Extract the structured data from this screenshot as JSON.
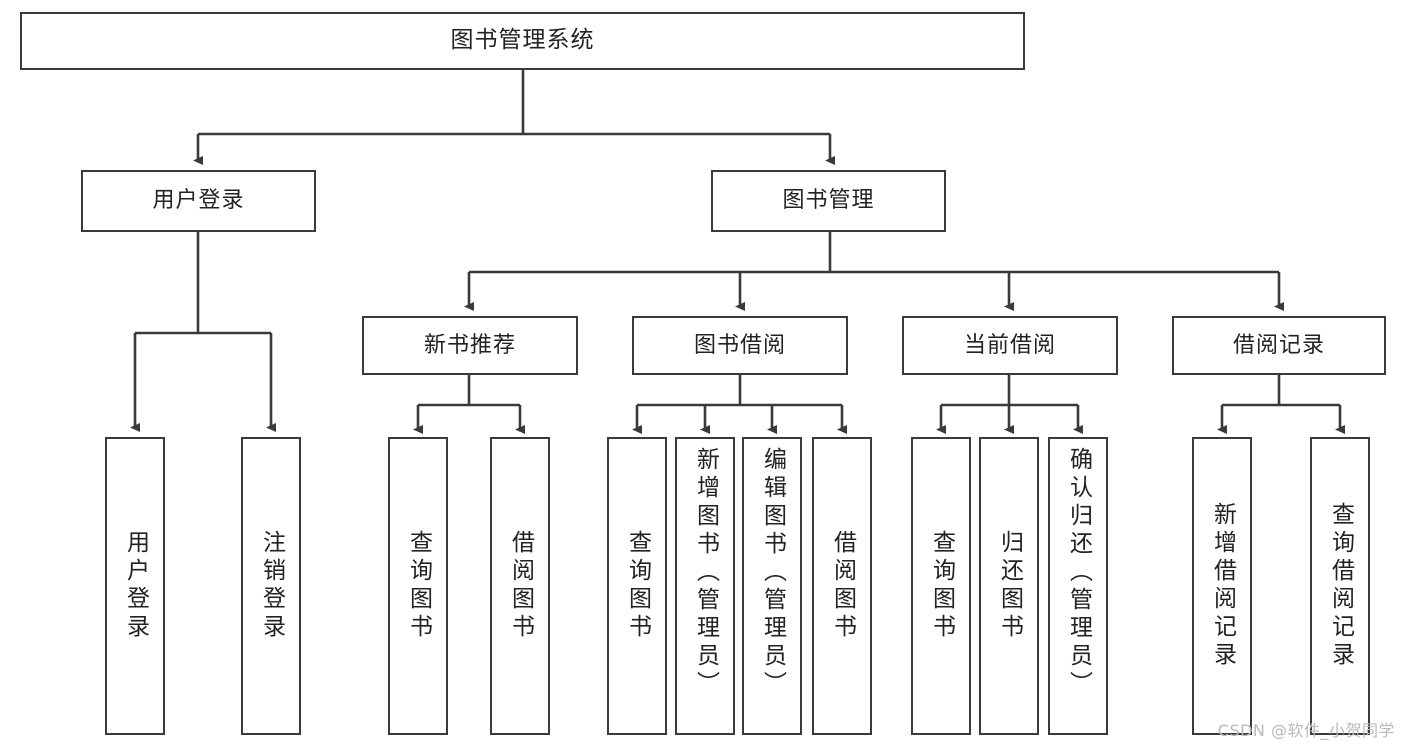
{
  "diagram": {
    "title": "图书管理系统",
    "type": "tree-hierarchy",
    "root": {
      "label": "图书管理系统"
    },
    "level1": [
      {
        "label": "用户登录"
      },
      {
        "label": "图书管理"
      }
    ],
    "level2": [
      {
        "label": "新书推荐"
      },
      {
        "label": "图书借阅"
      },
      {
        "label": "当前借阅"
      },
      {
        "label": "借阅记录"
      }
    ],
    "leaves_user_login": [
      {
        "label": "用户登录"
      },
      {
        "label": "注销登录"
      }
    ],
    "leaves_new_book": [
      {
        "label": "查询图书"
      },
      {
        "label": "借阅图书"
      }
    ],
    "leaves_book_borrow": [
      {
        "label": "查询图书"
      },
      {
        "label": "新增图书（管理员）"
      },
      {
        "label": "编辑图书（管理员）"
      },
      {
        "label": "借阅图书"
      }
    ],
    "leaves_current_borrow": [
      {
        "label": "查询图书"
      },
      {
        "label": "归还图书"
      },
      {
        "label": "确认归还（管理员）"
      }
    ],
    "leaves_borrow_record": [
      {
        "label": "新增借阅记录"
      },
      {
        "label": "查询借阅记录"
      }
    ],
    "colors": {
      "stroke": "#3a3a3a",
      "fill": "#ffffff",
      "text": "#222222",
      "watermark": "#b9b9b9"
    }
  },
  "watermark": {
    "text": "CSDN @软件_小贺同学"
  }
}
